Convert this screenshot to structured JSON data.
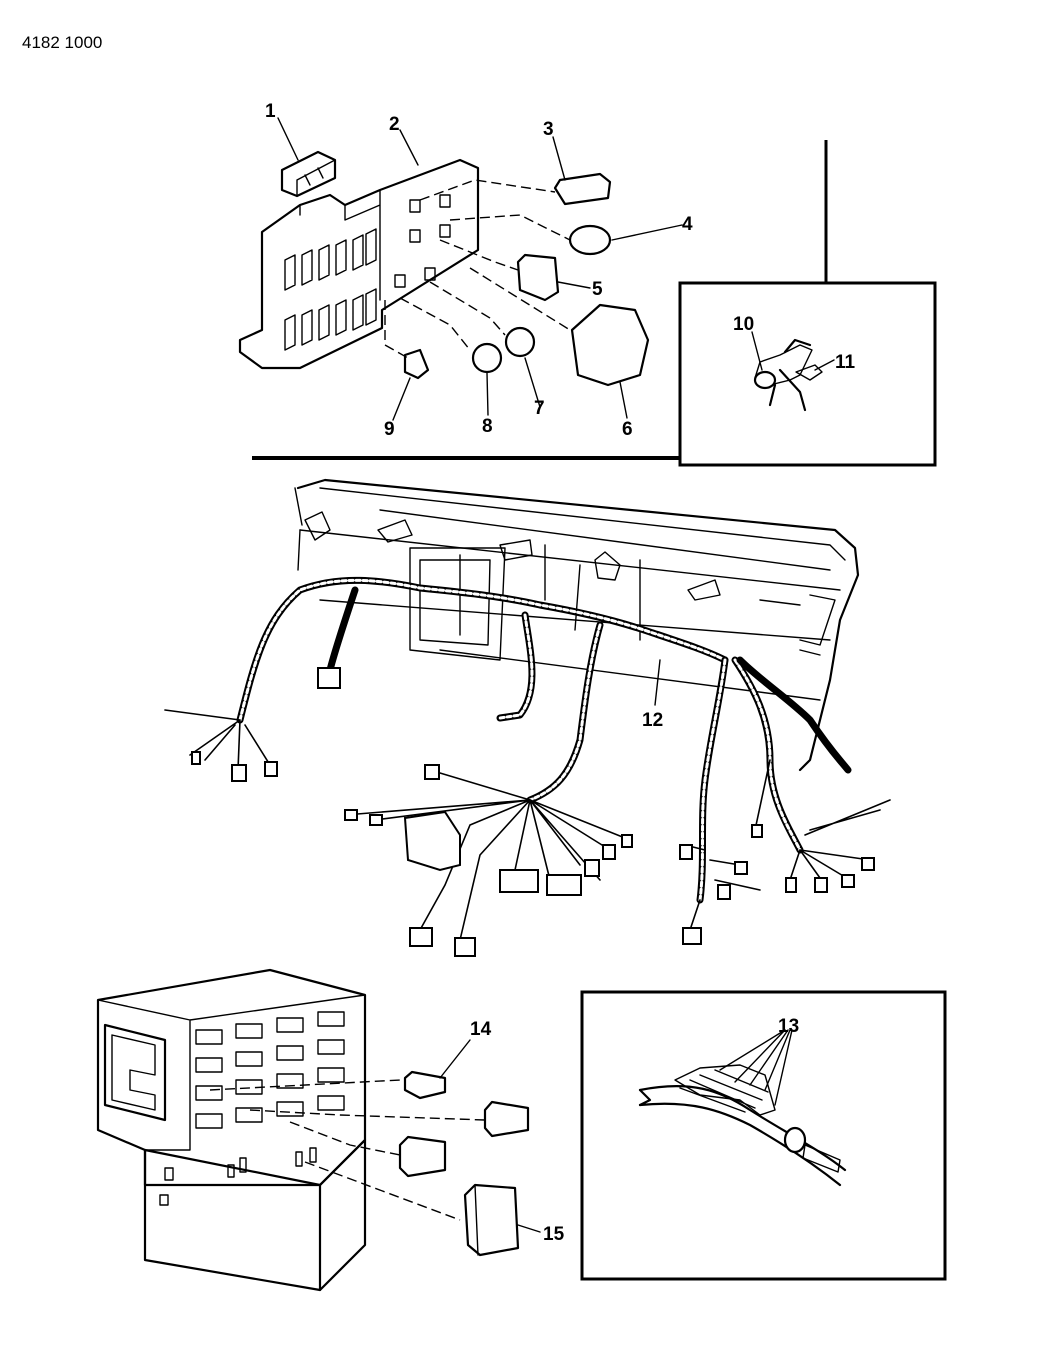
{
  "drawing_code": "4182  1000",
  "callouts": [
    "1",
    "2",
    "3",
    "4",
    "5",
    "6",
    "7",
    "8",
    "9",
    "10",
    "11",
    "12",
    "13",
    "14",
    "15"
  ]
}
